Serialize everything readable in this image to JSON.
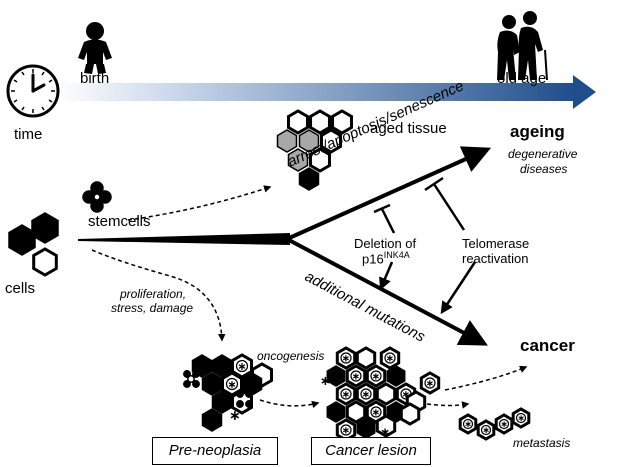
{
  "labels": {
    "time": "time",
    "birth": "birth",
    "old_age": "old age",
    "aged_tissue": "aged tissue",
    "ageing": "ageing",
    "degenerative": "degenerative",
    "diseases": "diseases",
    "stemcells": "stemcells",
    "cells": "cells",
    "arrest_branch": "arrest/apoptosis/senescence",
    "mutation_branch": "additional mutations",
    "deletion": "Deletion of",
    "p16": "p16",
    "p16_sup": "INK4A",
    "telomerase": "Telomerase",
    "reactivation": "reactivation",
    "proliferation": "proliferation,",
    "stress_damage": "stress, damage",
    "oncogenesis": "oncogenesis",
    "cancer": "cancer",
    "metastasis": "metastasis",
    "pre_neoplasia": "Pre-neoplasia",
    "cancer_lesion": "Cancer lesion"
  },
  "colors": {
    "timeline_start": "#ffffff",
    "timeline_end": "#1f4e8c",
    "cell_gray": "#a8a8a8",
    "ink": "#000000"
  },
  "icons": [
    "clock-icon",
    "baby-icon",
    "elderly-couple-icon"
  ]
}
